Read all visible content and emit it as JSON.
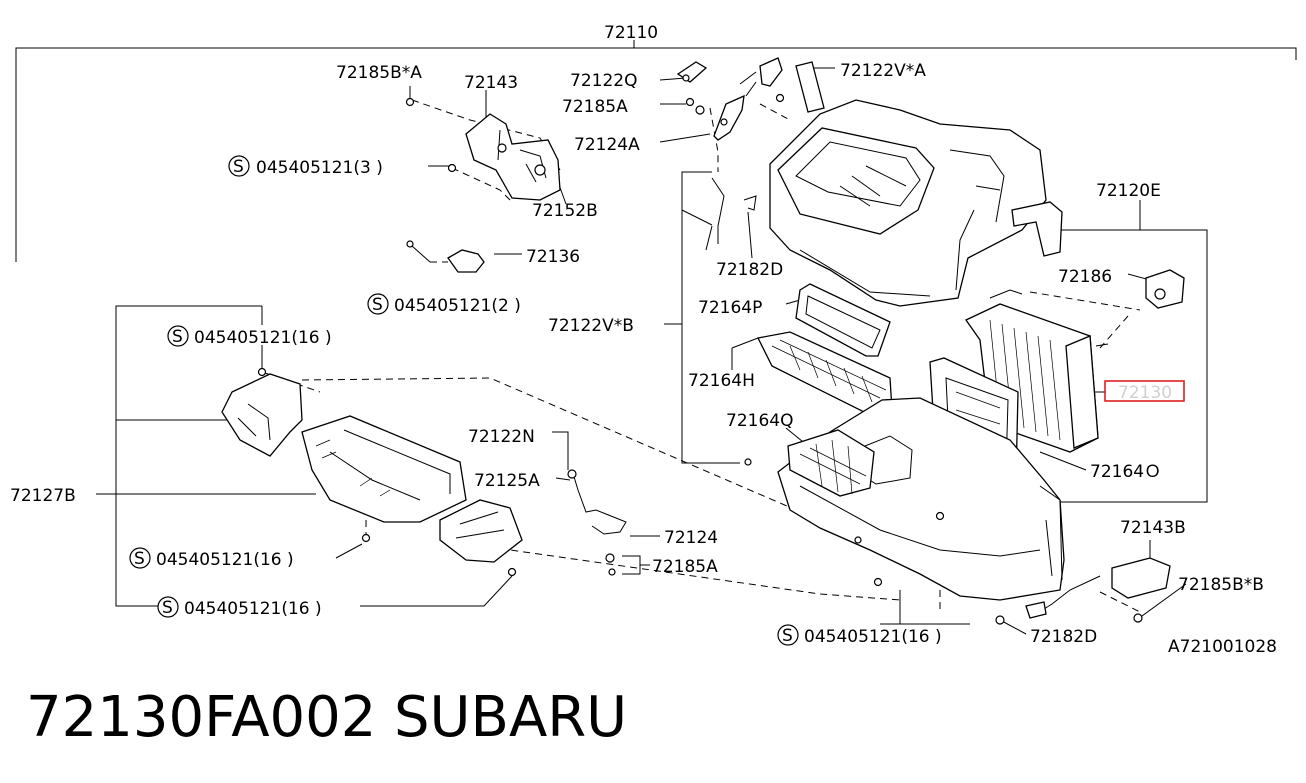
{
  "diagram": {
    "top_label": "72110",
    "figure_code": "A721001028",
    "highlight_color": "#e02020",
    "labels": [
      {
        "id": "lbl_72185BA_top",
        "text": "72185B*A"
      },
      {
        "id": "lbl_72143",
        "text": "72143"
      },
      {
        "id": "lbl_72122Q",
        "text": "72122Q"
      },
      {
        "id": "lbl_72185A_top",
        "text": "72185A"
      },
      {
        "id": "lbl_72124A",
        "text": "72124A"
      },
      {
        "id": "lbl_72122VA",
        "text": "72122V*A"
      },
      {
        "id": "lbl_bolt3",
        "text": "045405121(3 )"
      },
      {
        "id": "lbl_72152B",
        "text": "72152B"
      },
      {
        "id": "lbl_72136",
        "text": "72136"
      },
      {
        "id": "lbl_72182D_top",
        "text": "72182D"
      },
      {
        "id": "lbl_72120E",
        "text": "72120E"
      },
      {
        "id": "lbl_bolt2",
        "text": "045405121(2 )"
      },
      {
        "id": "lbl_72186",
        "text": "72186"
      },
      {
        "id": "lbl_72164P",
        "text": "72164P"
      },
      {
        "id": "lbl_72122VB",
        "text": "72122V*B"
      },
      {
        "id": "lbl_bolt16_a",
        "text": "045405121(16 )"
      },
      {
        "id": "lbl_72164H",
        "text": "72164H"
      },
      {
        "id": "lbl_72130",
        "text": "72130"
      },
      {
        "id": "lbl_72164Q",
        "text": "72164Q"
      },
      {
        "id": "lbl_72122N",
        "text": "72122N"
      },
      {
        "id": "lbl_72164O",
        "text": "72164Ｏ"
      },
      {
        "id": "lbl_72125A",
        "text": "72125A"
      },
      {
        "id": "lbl_72127B",
        "text": "72127B"
      },
      {
        "id": "lbl_72124",
        "text": "72124"
      },
      {
        "id": "lbl_72143B",
        "text": "72143B"
      },
      {
        "id": "lbl_bolt16_b",
        "text": "045405121(16 )"
      },
      {
        "id": "lbl_72185A_bot",
        "text": "72185A"
      },
      {
        "id": "lbl_72185BB",
        "text": "72185B*B"
      },
      {
        "id": "lbl_bolt16_c",
        "text": "045405121(16 )"
      },
      {
        "id": "lbl_bolt16_d",
        "text": "045405121(16 )"
      },
      {
        "id": "lbl_72182D_bot",
        "text": "72182D"
      }
    ],
    "bolt_symbol": "S"
  },
  "caption": {
    "part_number": "72130FA002",
    "brand": "SUBARU"
  }
}
